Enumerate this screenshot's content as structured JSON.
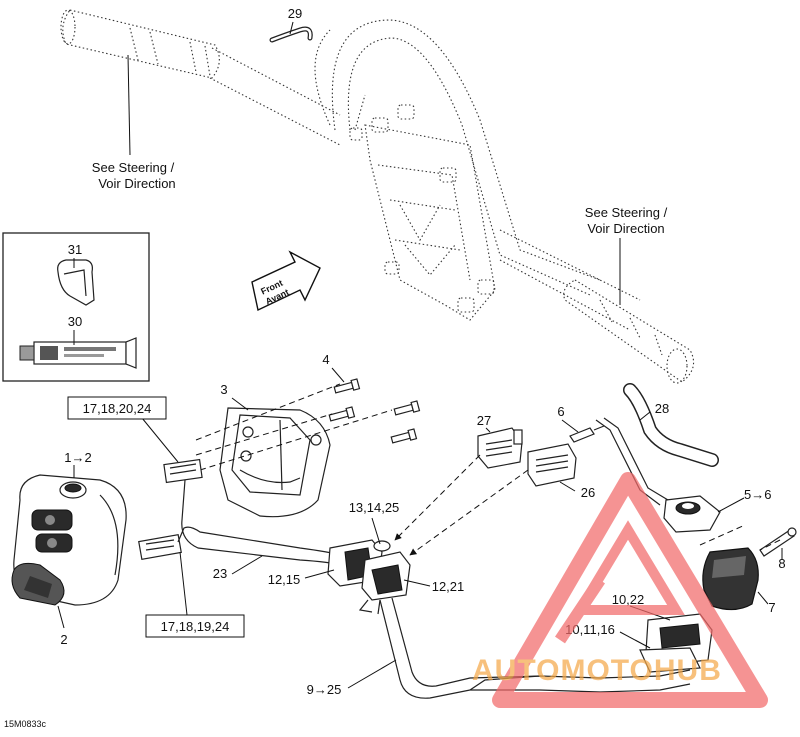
{
  "diagram": {
    "code": "15M0833c",
    "callouts": {
      "c29": "29",
      "c31": "31",
      "c30": "30",
      "c4": "4",
      "c3": "3",
      "c1": "1→2",
      "c2": "2",
      "c23": "23",
      "c6": "6",
      "c28": "28",
      "c27": "27",
      "c26": "26",
      "c5": "5→6",
      "c8": "8",
      "c7": "7",
      "c13": "13,14,25",
      "c12a": "12,15",
      "c12b": "12,21",
      "c10a": "10,22",
      "c10b": "10,11,16",
      "c9": "9→25"
    },
    "boxed": {
      "b1": "17,18,20,24",
      "b2": "17,18,19,24"
    },
    "notes": {
      "steer_left_line1": "See Steering /",
      "steer_left_line2": "Voir Direction",
      "steer_right_line1": "See Steering /",
      "steer_right_line2": "Voir Direction"
    },
    "front_arrow": {
      "line1": "Front",
      "line2": "Avant"
    },
    "watermark": {
      "text": "AUTOMOTOHUB",
      "color": "#f26a6a",
      "text_color": "#f5a94a"
    }
  }
}
